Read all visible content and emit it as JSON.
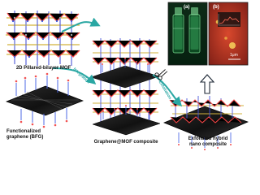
{
  "labels": {
    "mof": "2D Pillared-bilayer MOF",
    "bfg_line1": "Functionalized",
    "bfg_line2": "graphene (BFG)",
    "composite": "Graphene@MOF composite",
    "exfoliated_line1": "Exfoliated hybrid",
    "exfoliated_line2": "nano composite"
  },
  "process": {
    "integration": "Integration",
    "exfoliation": "Exfoliation"
  },
  "insets": {
    "panel_a": "(a)",
    "panel_b": "(b)",
    "scale_bar": "1μm"
  },
  "colors": {
    "accent_arrow": "#2aa7a3",
    "graphene_dark": "#141414",
    "mof_red": "#ea3f3f",
    "mof_yellow": "#f2c94c",
    "mof_blue": "#3d4fd6",
    "mof_gray": "#9aa0a6",
    "inset_green": "#52d07a"
  },
  "icons": {
    "process_arrow": "arrow-icon",
    "scissors": "scissors-icon",
    "outline_arrow": "outline-arrow-icon"
  }
}
